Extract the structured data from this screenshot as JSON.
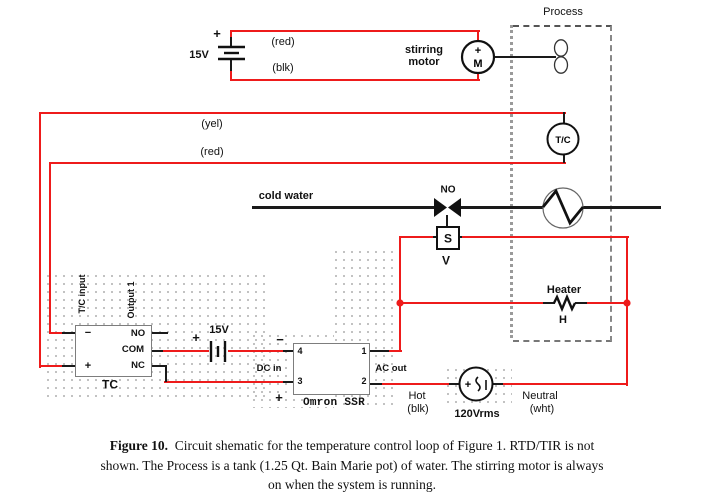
{
  "colors": {
    "wire_red": "#ee1b1b",
    "wire_black": "#1a1a1a"
  },
  "process": {
    "label": "Process"
  },
  "motor_loop": {
    "supply_plus": "+",
    "supply_voltage": "15V",
    "top_wire": "(red)",
    "bottom_wire": "(blk)",
    "motor_name": "stirring\nmotor",
    "motor_plus": "+",
    "motor_letter": "M"
  },
  "sensor_wires": {
    "yellow": "(yel)",
    "red": "(red)"
  },
  "thermocouple": {
    "label": "T/C"
  },
  "water_line": {
    "label": "cold water",
    "valve_state": "NO",
    "solenoid_letter": "S",
    "valve_name": "V"
  },
  "heater": {
    "label": "Heater",
    "letter": "H"
  },
  "controller": {
    "input_header": "T/C input",
    "output_header": "Output 1",
    "minus": "−",
    "plus": "+",
    "no": "NO",
    "com": "COM",
    "nc": "NC",
    "name": "TC"
  },
  "dc_supply": {
    "plus": "+",
    "voltage": "15V"
  },
  "ssr": {
    "minus": "−",
    "plus": "+",
    "pin4": "4",
    "pin1": "1",
    "pin3": "3",
    "pin2": "2",
    "dc_in": "DC in",
    "ac_out": "AC out",
    "name": "Omron SSR"
  },
  "ac_source": {
    "plus": "+",
    "hot": "Hot",
    "hot_wire": "(blk)",
    "voltage": "120Vrms",
    "neutral": "Neutral",
    "neutral_wire": "(wht)"
  },
  "caption": {
    "figure_bold": "Figure 10.",
    "line1": "Circuit shematic for the temperature control loop of Figure 1.  RTD/TIR is not",
    "line2": "shown.  The Process is a tank (1.25 Qt. Bain Marie pot) of water.  The stirring motor is always",
    "line3": "on when the system is running."
  }
}
